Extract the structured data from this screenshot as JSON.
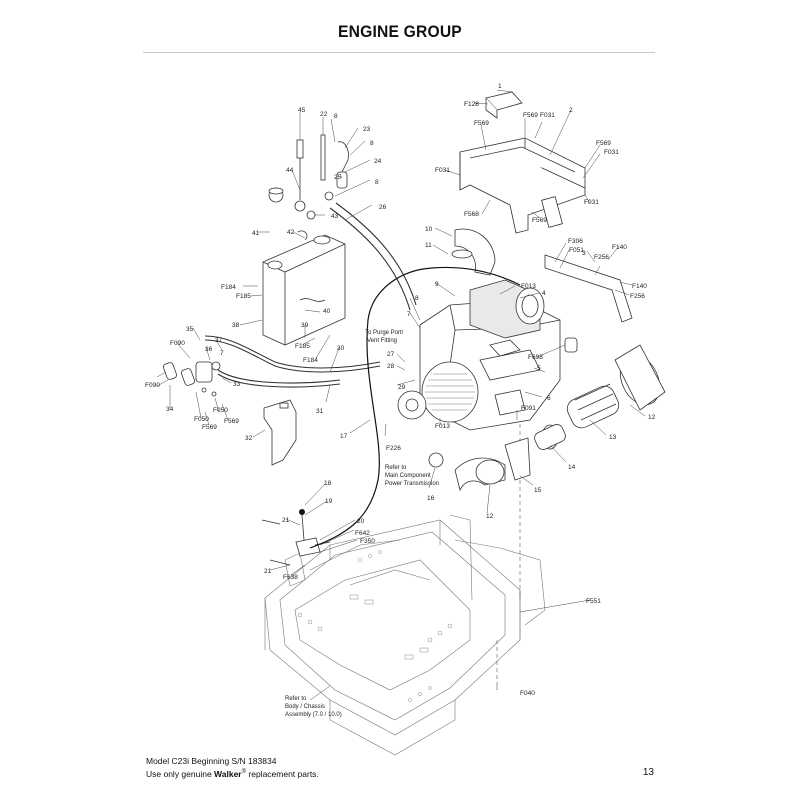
{
  "title": "ENGINE GROUP",
  "footer": {
    "model_line": "Model C23i Beginning S/N 183834",
    "use_prefix": "Use only genuine ",
    "brand": "Walker",
    "registered": "®",
    "use_suffix": " replacement parts."
  },
  "page_number": "13",
  "notes": {
    "purge_1": "To Purge Port/",
    "purge_2": "Vent Fitting",
    "ref_power_1": "Refer to",
    "ref_power_2": "Main Component",
    "ref_power_3": "Power Transmission",
    "ref_body_1": "Refer to",
    "ref_body_2": "Body / Chassis",
    "ref_body_3": "Assembly (7.0 / 10.0)"
  },
  "callouts": [
    "1",
    "F128",
    "F569",
    "F031",
    "2",
    "F569",
    "F031",
    "F031",
    "F568",
    "F569",
    "F031",
    "45",
    "22",
    "8",
    "23",
    "8",
    "24",
    "25",
    "8",
    "44",
    "43",
    "26",
    "41",
    "42",
    "10",
    "11",
    "F306",
    "F051",
    "3",
    "F140",
    "F256",
    "F140",
    "F256",
    "F184",
    "F185",
    "9",
    "F013",
    "4",
    "8",
    "7",
    "40",
    "38",
    "35",
    "F090",
    "36",
    "37",
    "To Purge",
    "F185",
    "F184",
    "30",
    "27",
    "28",
    "29",
    "F698",
    "5",
    "F090",
    "34",
    "F050",
    "F050",
    "F569",
    "F569",
    "33",
    "39",
    "31",
    "6",
    "32",
    "F091",
    "12",
    "13",
    "17",
    "F226",
    "F013",
    "14",
    "16",
    "15",
    "12",
    "18",
    "19",
    "20",
    "21",
    "F642",
    "F350",
    "21",
    "F638",
    "F551",
    "F040"
  ]
}
